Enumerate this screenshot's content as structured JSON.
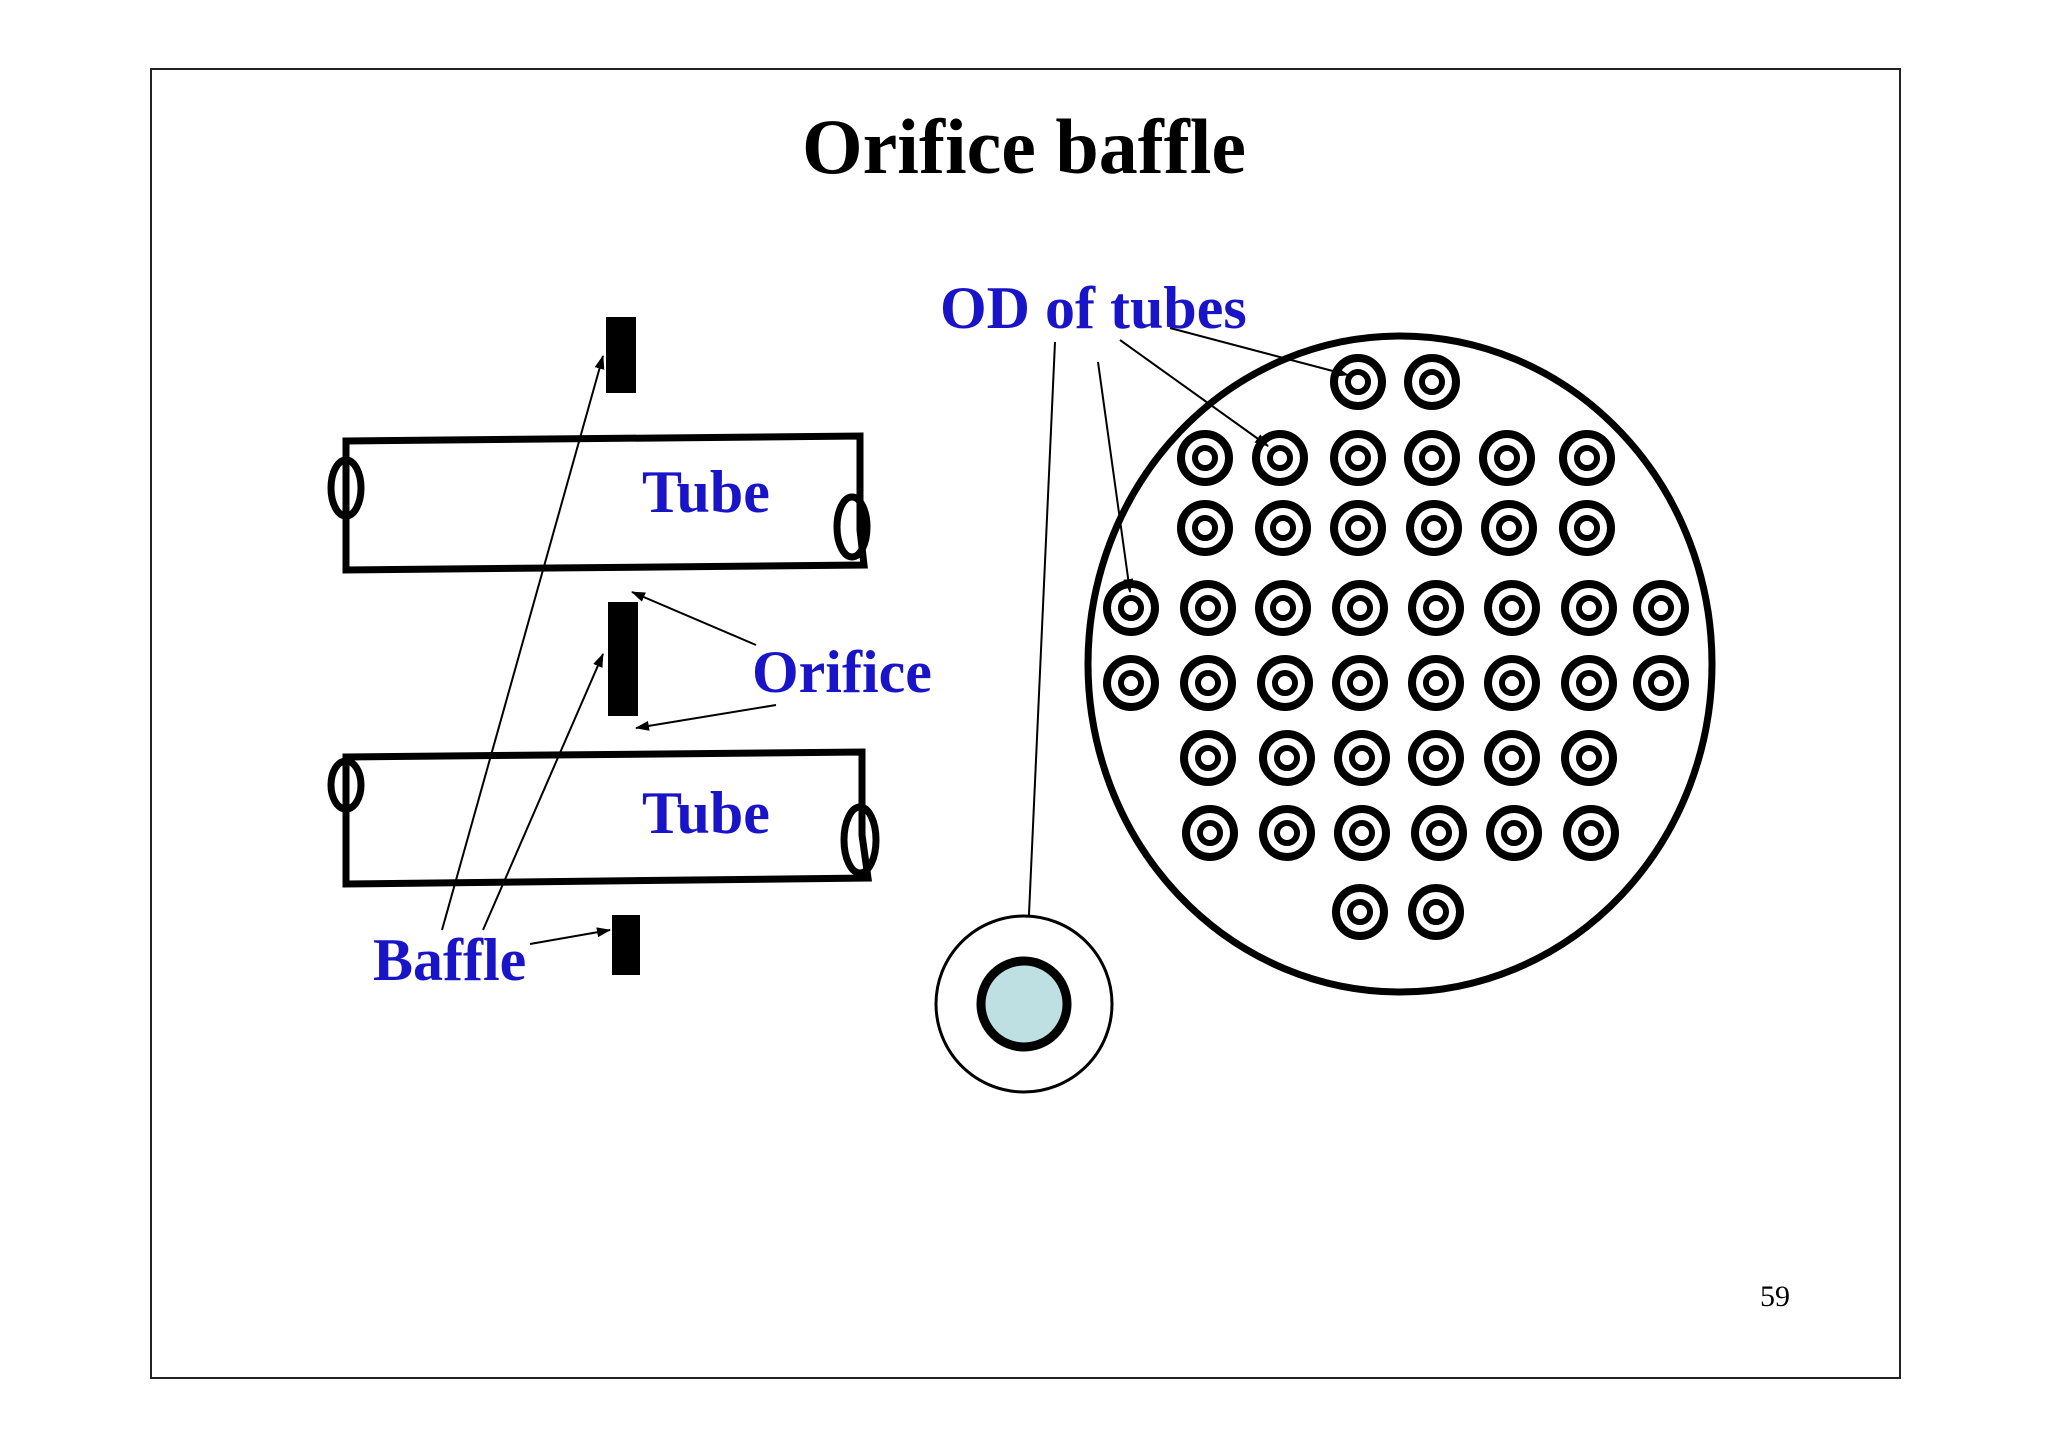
{
  "slide": {
    "title": "Orifice baffle",
    "page_number": "59"
  },
  "labels": {
    "tube_upper": "Tube",
    "tube_lower": "Tube",
    "orifice": "Orifice",
    "baffle": "Baffle",
    "od_of_tubes": "OD of tubes"
  },
  "colors": {
    "label_text": "#1a14c8",
    "tube_fill": "#bfe0e2",
    "outline": "#000000"
  },
  "icons": {
    "tube_end_view": "concentric-circle-icon"
  }
}
